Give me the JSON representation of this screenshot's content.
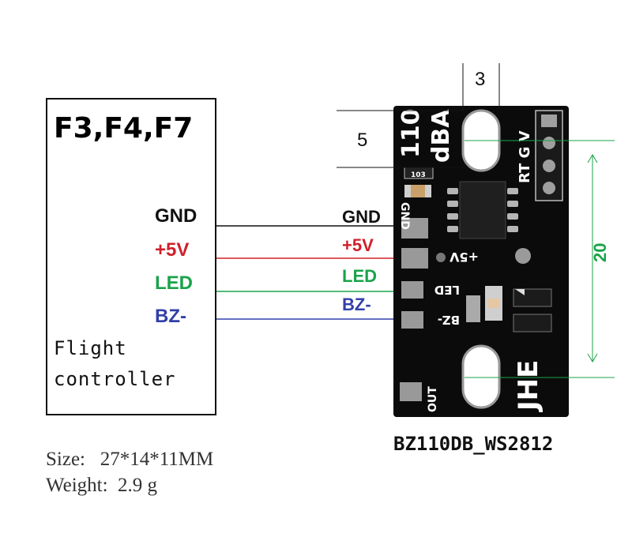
{
  "controller": {
    "title": "F3,F4,F7",
    "pins": [
      {
        "label": "GND",
        "color": "#111111"
      },
      {
        "label": "+5V",
        "color": "#d0202a"
      },
      {
        "label": "LED",
        "color": "#1aa34a"
      },
      {
        "label": "BZ-",
        "color": "#3340a8"
      }
    ],
    "subtitle_line1": "Flight",
    "subtitle_line2": "controller"
  },
  "board": {
    "pin_labels": [
      {
        "label": "GND",
        "color": "#111111"
      },
      {
        "label": "+5V",
        "color": "#d0202a"
      },
      {
        "label": "LED",
        "color": "#1aa34a"
      },
      {
        "label": "BZ-",
        "color": "#3340a8"
      }
    ],
    "silk": {
      "top_number": "110",
      "top_unit": "dBA",
      "corner": "RT G V",
      "resistor": "103",
      "gnd": "GND",
      "plus5v": "+5V",
      "led": "LED",
      "bz": "BZ-",
      "out": "OUT",
      "brand": "JHE"
    },
    "part_number": "BZ110DB_WS2812",
    "dimensions": {
      "top": "3",
      "left": "5",
      "right": "20",
      "right_color": "#1aa34a"
    }
  },
  "specs": {
    "size": "Size:   27*14*11MM",
    "weight": "Weight:  2.9 g"
  }
}
